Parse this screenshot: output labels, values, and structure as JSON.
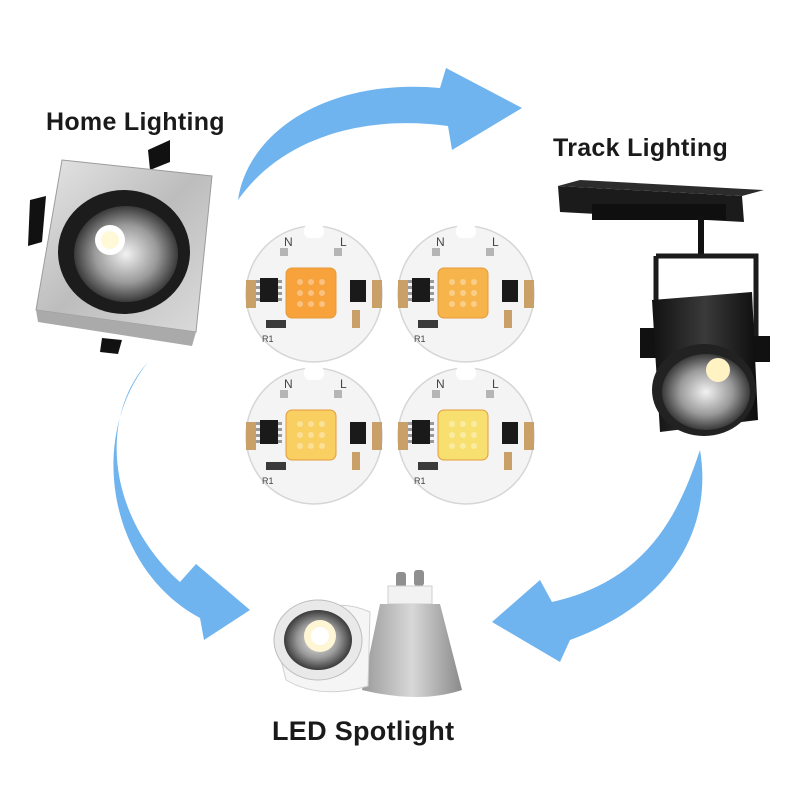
{
  "labels": {
    "home_lighting": "Home Lighting",
    "track_lighting": "Track Lighting",
    "led_spotlight": "LED Spotlight"
  },
  "chip_markings": {
    "neutral": "N",
    "live": "L",
    "resistor": "R1"
  },
  "chips": [
    {
      "id": "top-left",
      "led_color": "#f7a23a"
    },
    {
      "id": "top-right",
      "led_color": "#f7b44a"
    },
    {
      "id": "bottom-left",
      "led_color": "#f9cf62"
    },
    {
      "id": "bottom-right",
      "led_color": "#f8e070"
    }
  ],
  "colors": {
    "arrow": "#6fb4ee",
    "text": "#1a1a1a",
    "fixture_metal": "#c8c8c8",
    "track_black": "#1b1b1b",
    "pcb_white": "#f4f4f4"
  },
  "icons": [
    "cycle-arrow-icon",
    "downlight-icon",
    "track-light-icon",
    "spotlight-icon",
    "cob-chip-icon"
  ]
}
